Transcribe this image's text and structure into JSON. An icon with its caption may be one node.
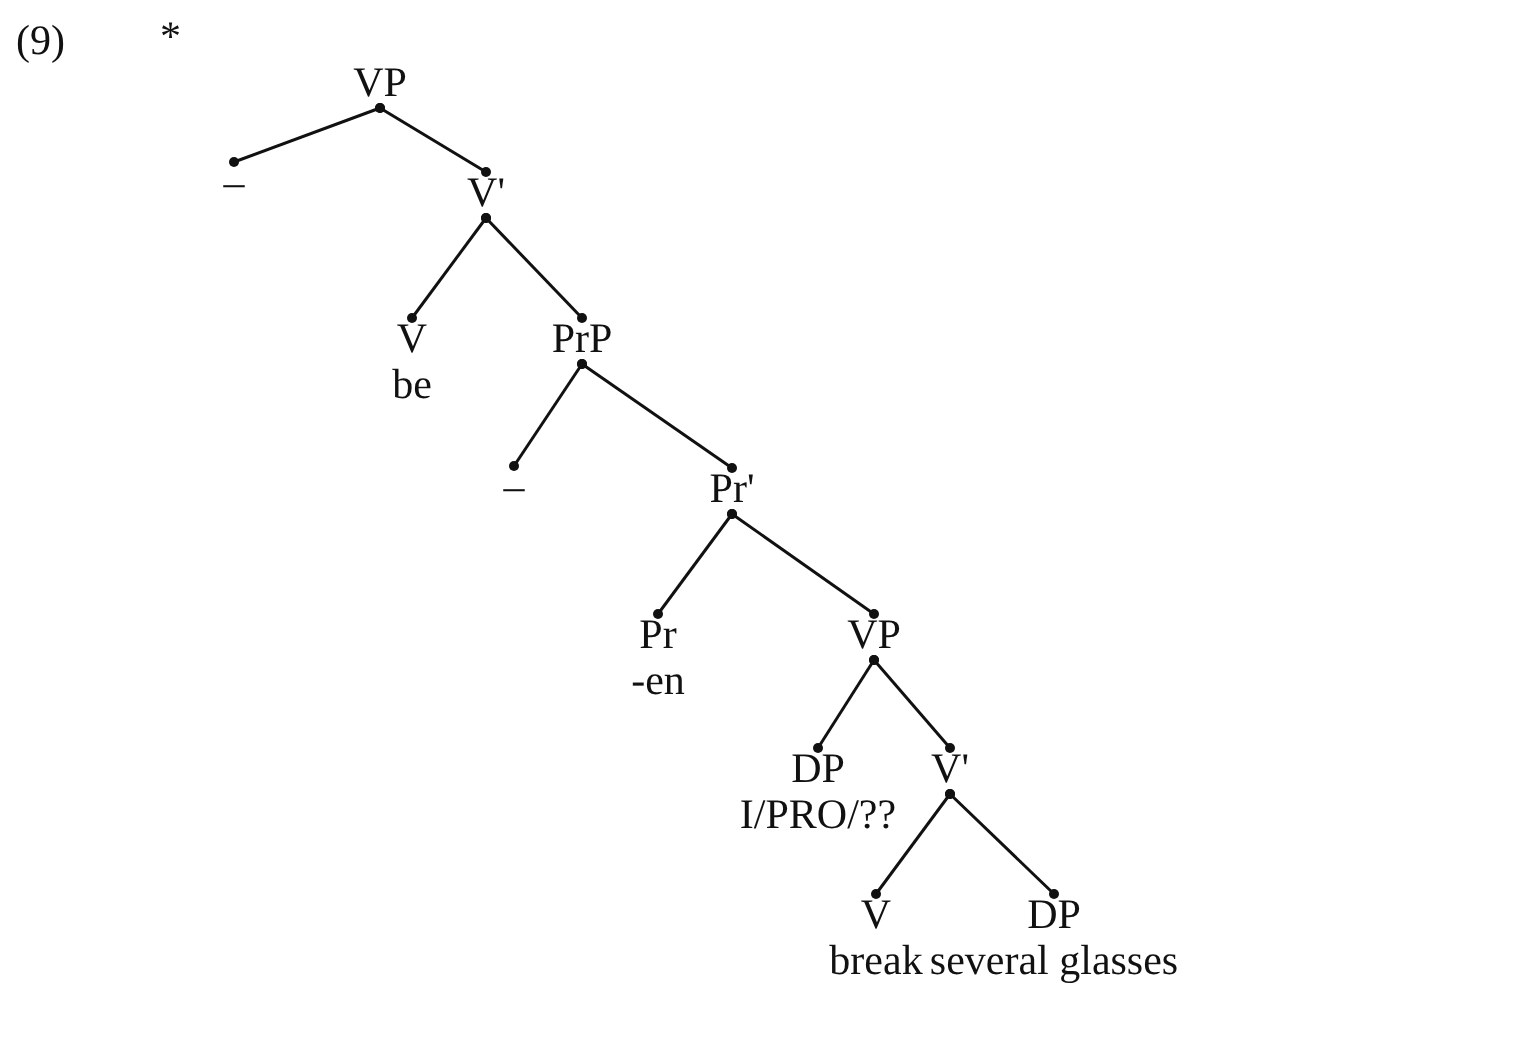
{
  "diagram": {
    "nodes": [
      {
        "text": [
          "VP"
        ]
      },
      {
        "text": [
          "–"
        ]
      },
      {
        "text": [
          "V'"
        ]
      },
      {
        "text": [
          "V",
          "be"
        ]
      },
      {
        "text": [
          "PrP"
        ]
      },
      {
        "text": [
          "–"
        ]
      },
      {
        "text": [
          "Pr'"
        ]
      },
      {
        "text": [
          "Pr",
          "-en"
        ]
      },
      {
        "text": [
          "VP"
        ]
      },
      {
        "text": [
          "DP",
          "I/PRO/??"
        ]
      },
      {
        "text": [
          "V'"
        ]
      },
      {
        "text": [
          "V",
          "break"
        ]
      },
      {
        "text": [
          "DP",
          "several glasses"
        ]
      }
    ],
    "edges": [
      {
        "from": 0,
        "to": 1,
        "arrow": "other"
      },
      {
        "from": 0,
        "to": 2,
        "arrow": "other"
      },
      {
        "from": 2,
        "to": 3,
        "arrow": "other"
      },
      {
        "from": 2,
        "to": 4,
        "arrow": "other"
      },
      {
        "from": 4,
        "to": 5,
        "arrow": "other"
      },
      {
        "from": 4,
        "to": 6,
        "arrow": "other"
      },
      {
        "from": 6,
        "to": 7,
        "arrow": "other"
      },
      {
        "from": 6,
        "to": 8,
        "arrow": "other"
      },
      {
        "from": 8,
        "to": 9,
        "arrow": "other"
      },
      {
        "from": 8,
        "to": 10,
        "arrow": "other"
      },
      {
        "from": 10,
        "to": 11,
        "arrow": "other"
      },
      {
        "from": 10,
        "to": 12,
        "arrow": "other"
      }
    ],
    "labels": [
      "(9)",
      "*"
    ]
  }
}
